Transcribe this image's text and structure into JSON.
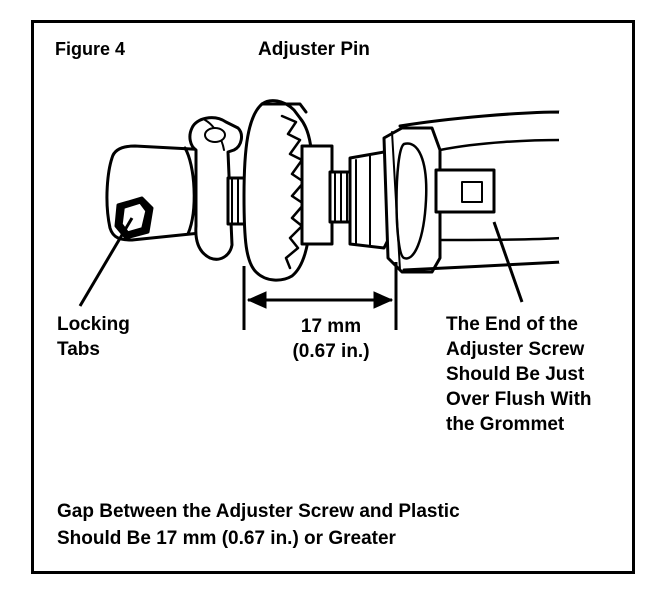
{
  "figure": {
    "label": "Figure 4",
    "title": "Adjuster Pin"
  },
  "callouts": {
    "locking_tabs": [
      "Locking",
      "Tabs"
    ],
    "dimension": [
      "17 mm",
      "(0.67 in.)"
    ],
    "end_of_screw": [
      "The End of the",
      "Adjuster Screw",
      "Should Be Just",
      "Over Flush With",
      "the Grommet"
    ]
  },
  "note": [
    "Gap Between the Adjuster Screw and Plastic",
    "Should Be 17 mm (0.67 in.) or Greater"
  ],
  "colors": {
    "ink": "#000000",
    "paper": "#ffffff"
  }
}
